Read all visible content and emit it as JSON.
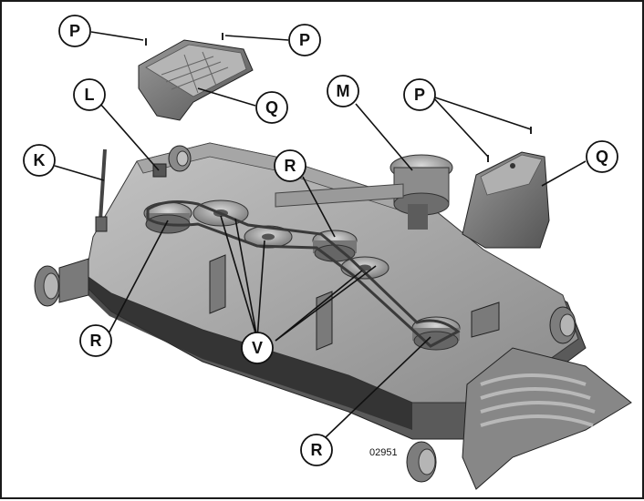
{
  "figure": {
    "figure_number": "02951",
    "callouts": [
      {
        "id": "p1",
        "label": "P"
      },
      {
        "id": "p2",
        "label": "P"
      },
      {
        "id": "q1",
        "label": "Q"
      },
      {
        "id": "l",
        "label": "L"
      },
      {
        "id": "m",
        "label": "M"
      },
      {
        "id": "p3",
        "label": "P"
      },
      {
        "id": "k",
        "label": "K"
      },
      {
        "id": "r1",
        "label": "R"
      },
      {
        "id": "q2",
        "label": "Q"
      },
      {
        "id": "r2",
        "label": "R"
      },
      {
        "id": "v",
        "label": "V"
      },
      {
        "id": "r3",
        "label": "R"
      }
    ]
  },
  "colors": {
    "deck": "#8f8f8f",
    "deck_light": "#b8b8b8",
    "deck_dark": "#4a4a4a",
    "line": "#111111"
  }
}
